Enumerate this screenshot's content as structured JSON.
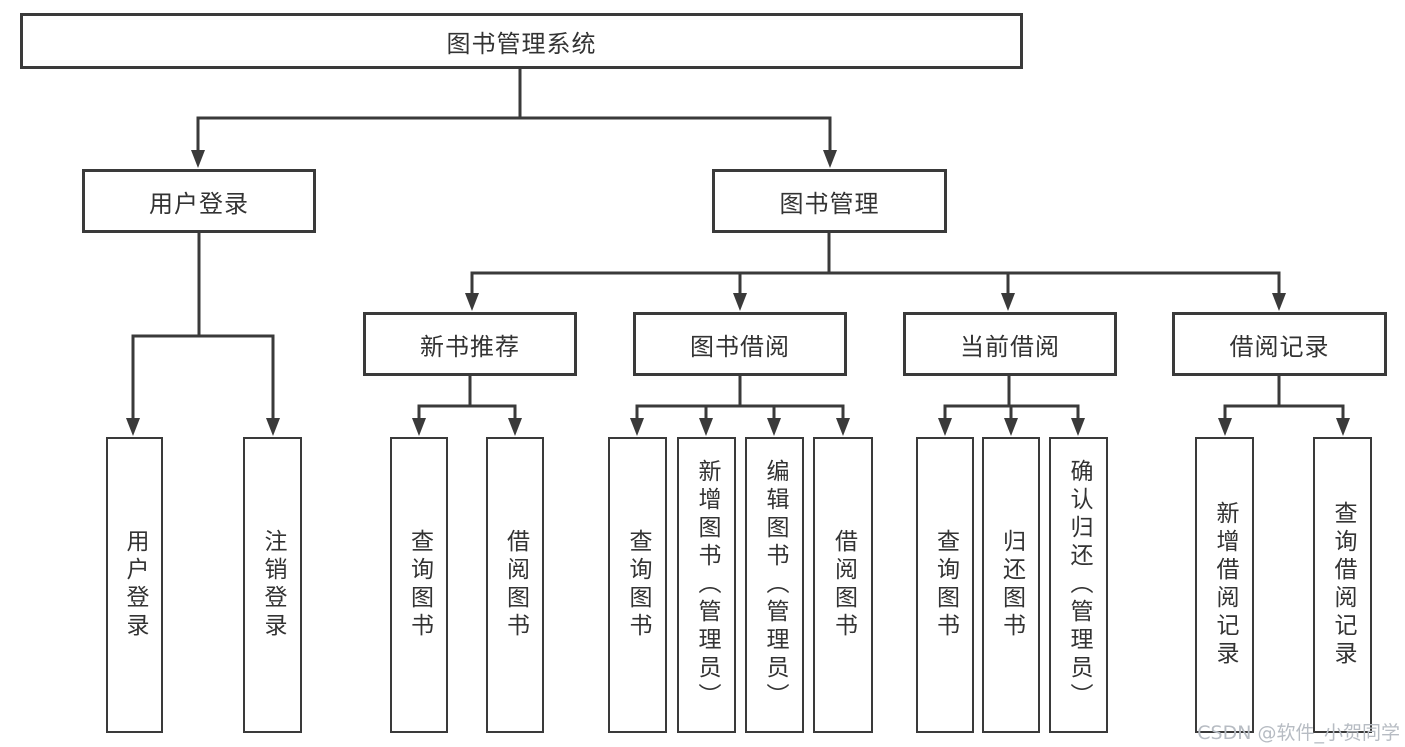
{
  "tree": {
    "label": "图书管理系统",
    "children": [
      {
        "label": "用户登录",
        "children": [
          {
            "label": "用户登录"
          },
          {
            "label": "注销登录"
          }
        ]
      },
      {
        "label": "图书管理",
        "children": [
          {
            "label": "新书推荐",
            "children": [
              {
                "label": "查询图书"
              },
              {
                "label": "借阅图书"
              }
            ]
          },
          {
            "label": "图书借阅",
            "children": [
              {
                "label": "查询图书"
              },
              {
                "label": "新增图书（管理员）"
              },
              {
                "label": "编辑图书（管理员）"
              },
              {
                "label": "借阅图书"
              }
            ]
          },
          {
            "label": "当前借阅",
            "children": [
              {
                "label": "查询图书"
              },
              {
                "label": "归还图书"
              },
              {
                "label": "确认归还（管理员）"
              }
            ]
          },
          {
            "label": "借阅记录",
            "children": [
              {
                "label": "新增借阅记录"
              },
              {
                "label": "查询借阅记录"
              }
            ]
          }
        ]
      }
    ]
  },
  "watermark": {
    "text": "CSDN @软件_小贺同学"
  },
  "colors": {
    "line": "#3a3a3a",
    "text": "#333333",
    "watermark": "#b7bcc3",
    "background": "#ffffff"
  }
}
